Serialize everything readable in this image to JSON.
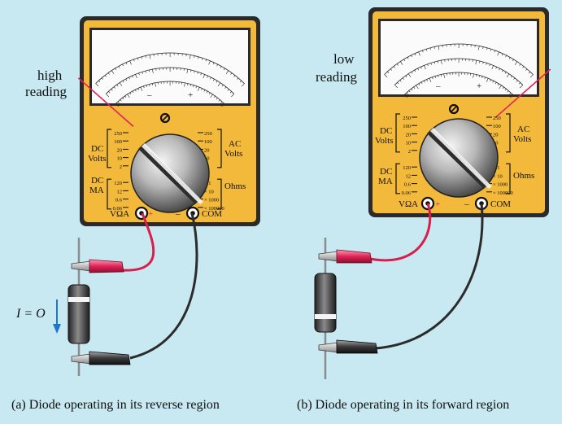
{
  "meters": [
    {
      "id": "a",
      "reading_label": [
        "high",
        "reading"
      ],
      "caption": "(a) Diode operating in its reverse region",
      "current_label": "I = O",
      "needle_state": "high"
    },
    {
      "id": "b",
      "reading_label": [
        "low",
        "reading"
      ],
      "caption": "(b) Diode operating in its forward region",
      "needle_state": "low"
    }
  ],
  "panel": {
    "dc_volts": [
      "DC",
      "Volts"
    ],
    "dc_ma": [
      "DC",
      "MA"
    ],
    "ac_volts": [
      "AC",
      "Volts"
    ],
    "ohms": "Ohms",
    "left_ticks": [
      "250",
      "100",
      "20",
      "10",
      "2",
      "120",
      "12",
      "0.6",
      "0.06"
    ],
    "right_ticks": [
      "250",
      "100",
      "20",
      "10",
      "2",
      "× 1",
      "× 10",
      "× 1000",
      "× 100000"
    ],
    "terminal_pos": "VΩA",
    "terminal_com": "COM",
    "plus": "+",
    "minus": "–"
  },
  "colors": {
    "background": "#c8e8f2",
    "meter_body": "#f2b93a",
    "meter_dark": "#2a2a2a",
    "red_lead": "#d81e4a",
    "black_lead": "#2b2b2b",
    "arrow": "#1e78c8"
  }
}
